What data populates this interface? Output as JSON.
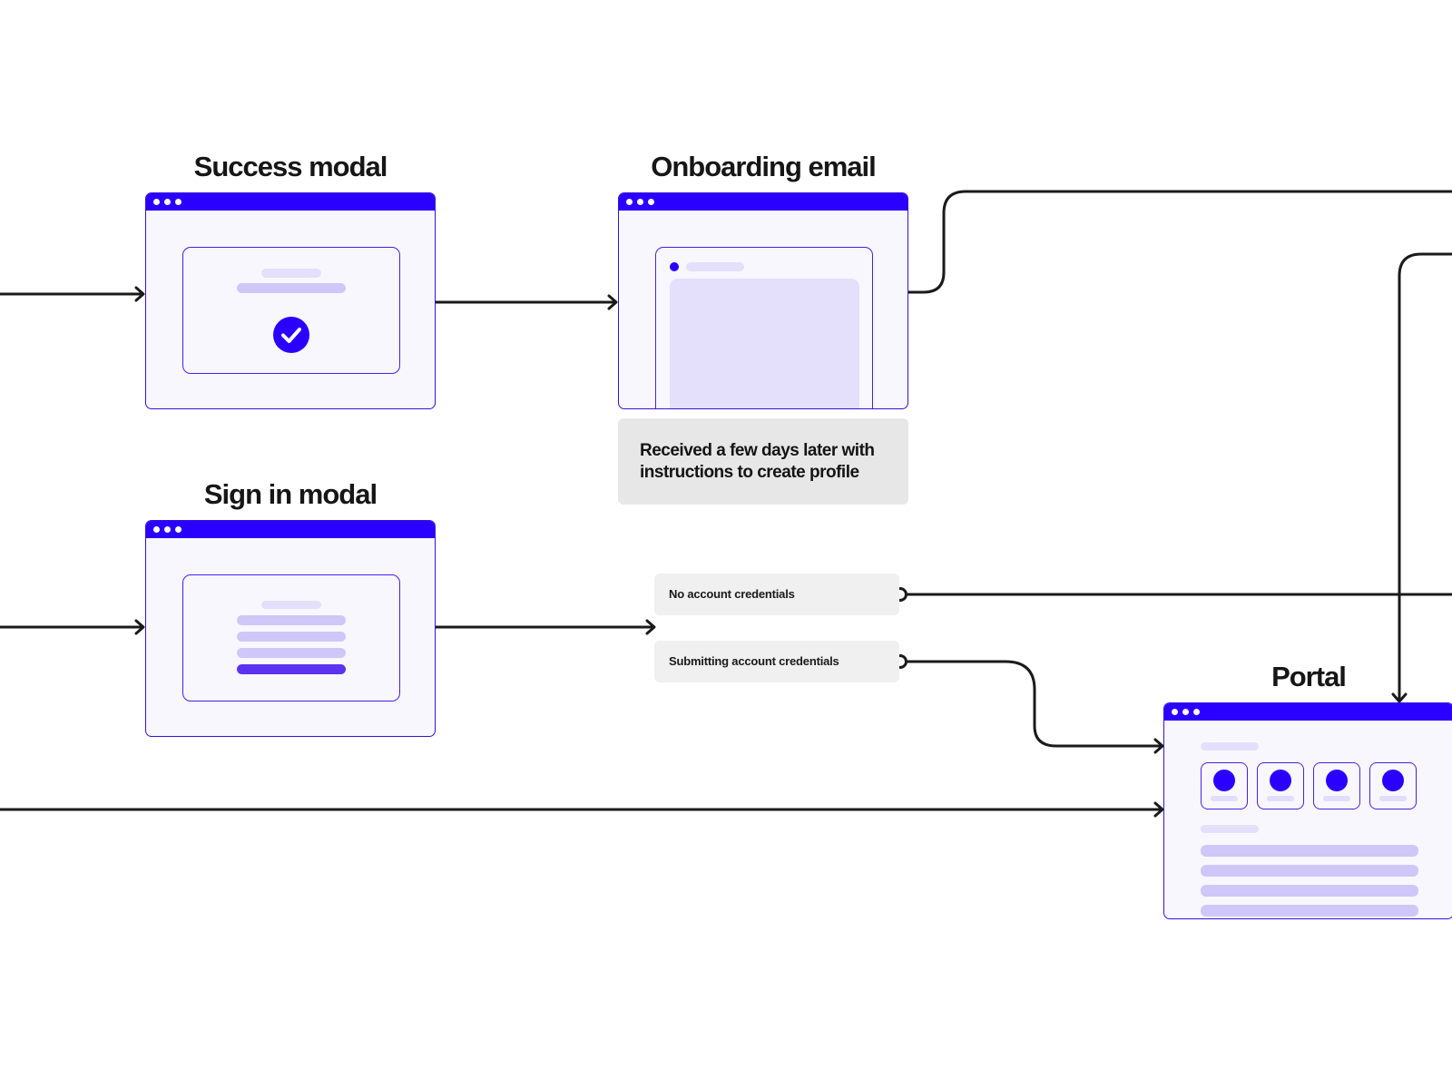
{
  "colors": {
    "accent": "#2a00ff",
    "frame_fill": "#f8f7fe",
    "placeholder_light": "#e4dffb",
    "placeholder_medium": "#cfc7f7",
    "placeholder_strong": "#5b33f0",
    "connector": "#1a1a1a",
    "note_fill": "#e7e7e7",
    "tag_fill": "#f0f0f0"
  },
  "screens": {
    "success_modal": {
      "title": "Success modal",
      "icon": "check-circle-icon"
    },
    "onboarding_email": {
      "title": "Onboarding email"
    },
    "sign_in_modal": {
      "title": "Sign in modal"
    },
    "portal": {
      "title": "Portal"
    }
  },
  "notes": {
    "onboarding_email": "Received a few days later with instructions to create profile"
  },
  "branches": {
    "no_credentials": "No account credentials",
    "submitting_credentials": "Submitting account credentials"
  }
}
